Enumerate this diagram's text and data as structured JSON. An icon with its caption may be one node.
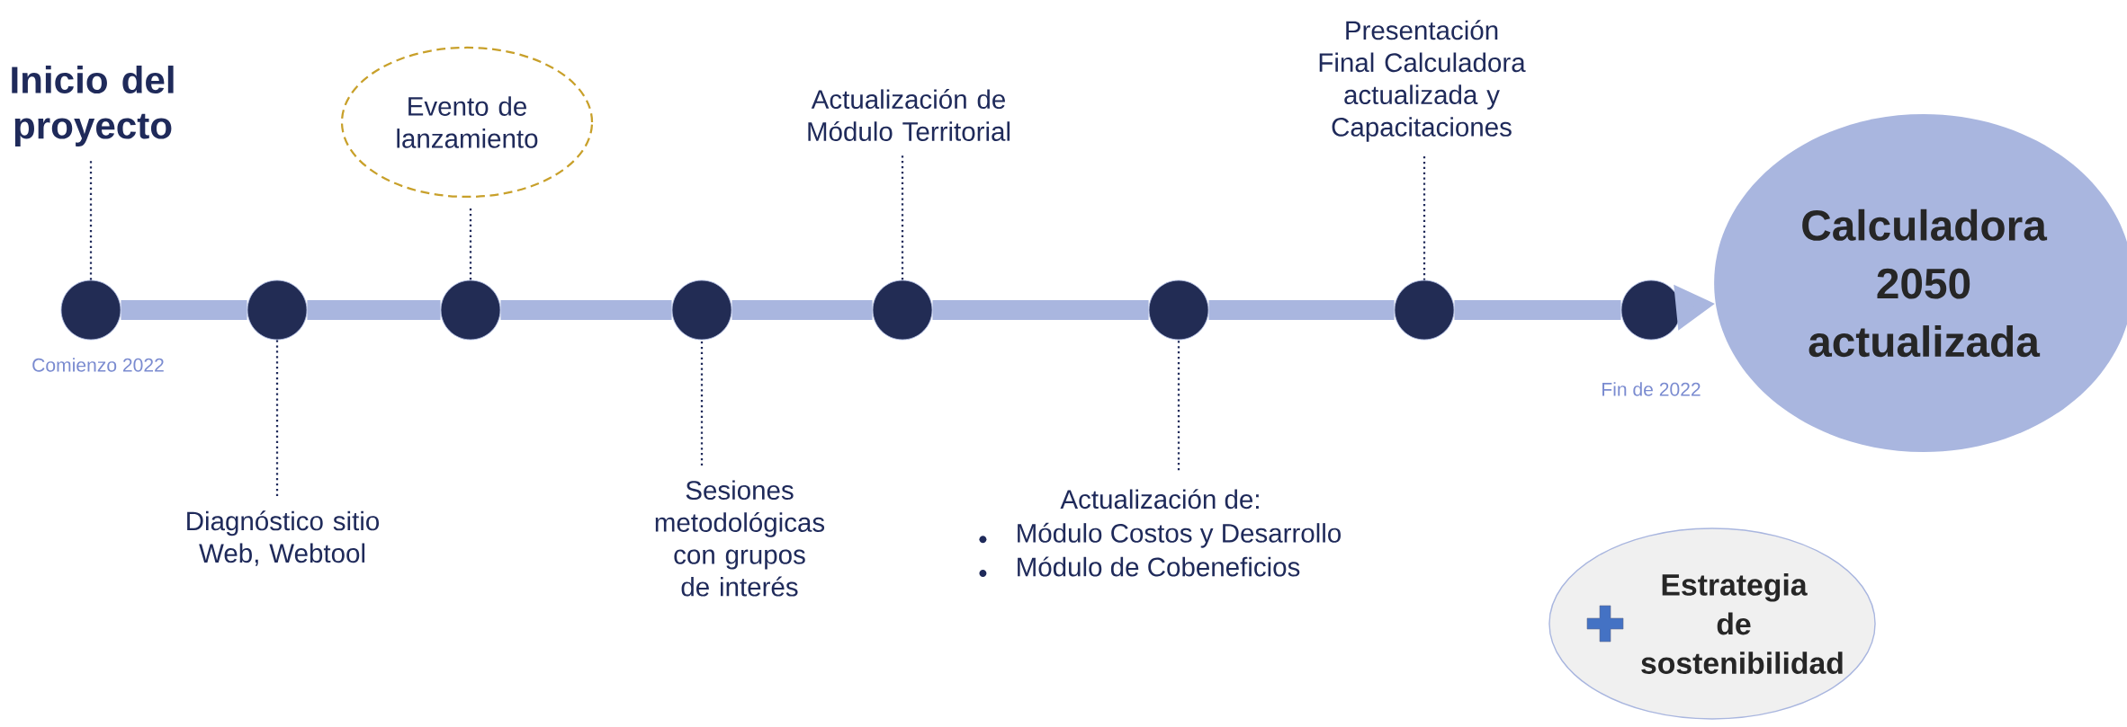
{
  "diagram": {
    "nodes": [
      {
        "text": [
          "Inicio del proyecto"
        ]
      },
      {
        "text": [
          "Evento de lanzamiento"
        ]
      },
      {
        "text": [
          "Actualización de Módulo Territorial"
        ]
      },
      {
        "text": [
          "Presentación Final Calculadora actualizada y Capacitaciones"
        ]
      },
      {
        "text": [],
        "shape": "circle",
        "beside": [
          "Comienzo 2022"
        ]
      },
      {
        "text": [],
        "shape": "circle"
      },
      {
        "text": [],
        "shape": "circle"
      },
      {
        "text": [],
        "shape": "circle"
      },
      {
        "text": [],
        "shape": "circle"
      },
      {
        "text": [],
        "shape": "circle"
      },
      {
        "text": [],
        "shape": "circle"
      },
      {
        "text": [],
        "shape": "circle"
      },
      {
        "text": [
          "Diagnóstico sitio Web, Webtool"
        ]
      },
      {
        "text": [
          "Sesiones metodológicas con grupos de interés"
        ]
      },
      {
        "text": [
          "Actualización de:",
          "Módulo Costos y Desarrollo",
          "Módulo de Cobeneficios"
        ]
      },
      {
        "text": [
          "Calculadora 2050 actualizada"
        ]
      },
      {
        "text": [
          "Estrategia de sostenibilidad"
        ]
      }
    ],
    "edges": [
      {
        "from": 0,
        "to": 4,
        "arrow": "none",
        "style": "dashed"
      },
      {
        "from": 1,
        "to": 6,
        "arrow": "none",
        "style": "dashed"
      },
      {
        "from": 2,
        "to": 8,
        "arrow": "none",
        "style": "dashed"
      },
      {
        "from": 3,
        "to": 10,
        "arrow": "none",
        "style": "dashed"
      },
      {
        "from": 12,
        "to": 5,
        "arrow": "none",
        "style": "dashed"
      },
      {
        "from": 13,
        "to": 7,
        "arrow": "none",
        "style": "dashed"
      },
      {
        "from": 14,
        "to": 9,
        "arrow": "none",
        "style": "dashed"
      },
      {
        "from": 4,
        "to": 5,
        "arrow": "none",
        "style": "thick",
        "color": "#a9b6df"
      },
      {
        "from": 5,
        "to": 6,
        "arrow": "none",
        "style": "thick",
        "color": "#a9b6df"
      },
      {
        "from": 6,
        "to": 7,
        "arrow": "none",
        "style": "thick",
        "color": "#a9b6df"
      },
      {
        "from": 7,
        "to": 8,
        "arrow": "none",
        "style": "thick",
        "color": "#a9b6df"
      },
      {
        "from": 8,
        "to": 9,
        "arrow": "none",
        "style": "thick",
        "color": "#a9b6df"
      },
      {
        "from": 9,
        "to": 10,
        "arrow": "none",
        "style": "thick",
        "color": "#a9b6df"
      },
      {
        "from": 10,
        "to": 11,
        "arrow": "none",
        "style": "thick",
        "color": "#a9b6df"
      },
      {
        "from": 11,
        "to": 15,
        "arrow": "to",
        "style": "thick",
        "color": "#a9b6df"
      }
    ],
    "labels": [
      "Fin de 2022"
    ]
  }
}
